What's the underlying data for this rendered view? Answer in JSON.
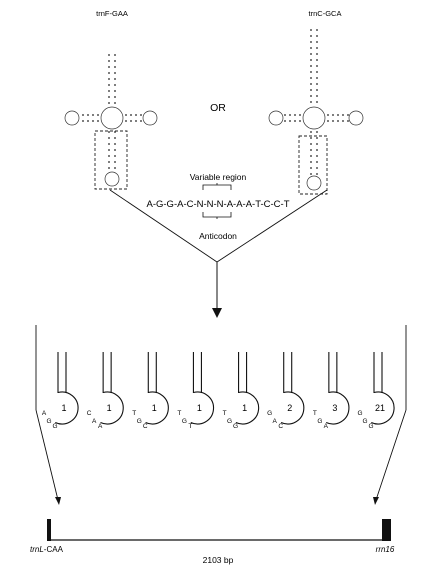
{
  "trnas": [
    {
      "name": "trnF-GAA"
    },
    {
      "name": "trnC-GCA"
    }
  ],
  "or_label": "OR",
  "sequence": {
    "text": "A-G-G-A-C-N-N-N-A-A-A-T-C-C-T",
    "variable_region_label": "Variable region",
    "anticodon_label": "Anticodon"
  },
  "hairpins": [
    {
      "count": "1",
      "bases": [
        "A",
        "G",
        "G"
      ]
    },
    {
      "count": "1",
      "bases": [
        "C",
        "A",
        "A"
      ]
    },
    {
      "count": "1",
      "bases": [
        "T",
        "G",
        "C"
      ]
    },
    {
      "count": "1",
      "bases": [
        "T",
        "G",
        "T"
      ]
    },
    {
      "count": "1",
      "bases": [
        "T",
        "G",
        "G"
      ]
    },
    {
      "count": "2",
      "bases": [
        "G",
        "A",
        "C"
      ]
    },
    {
      "count": "3",
      "bases": [
        "T",
        "G",
        "A"
      ]
    },
    {
      "count": "21",
      "bases": [
        "G",
        "G",
        "G"
      ]
    }
  ],
  "region": {
    "left_gene": "trnL",
    "left_suffix": "-CAA",
    "right_gene": "rrn16",
    "length_label": "2103 bp"
  }
}
